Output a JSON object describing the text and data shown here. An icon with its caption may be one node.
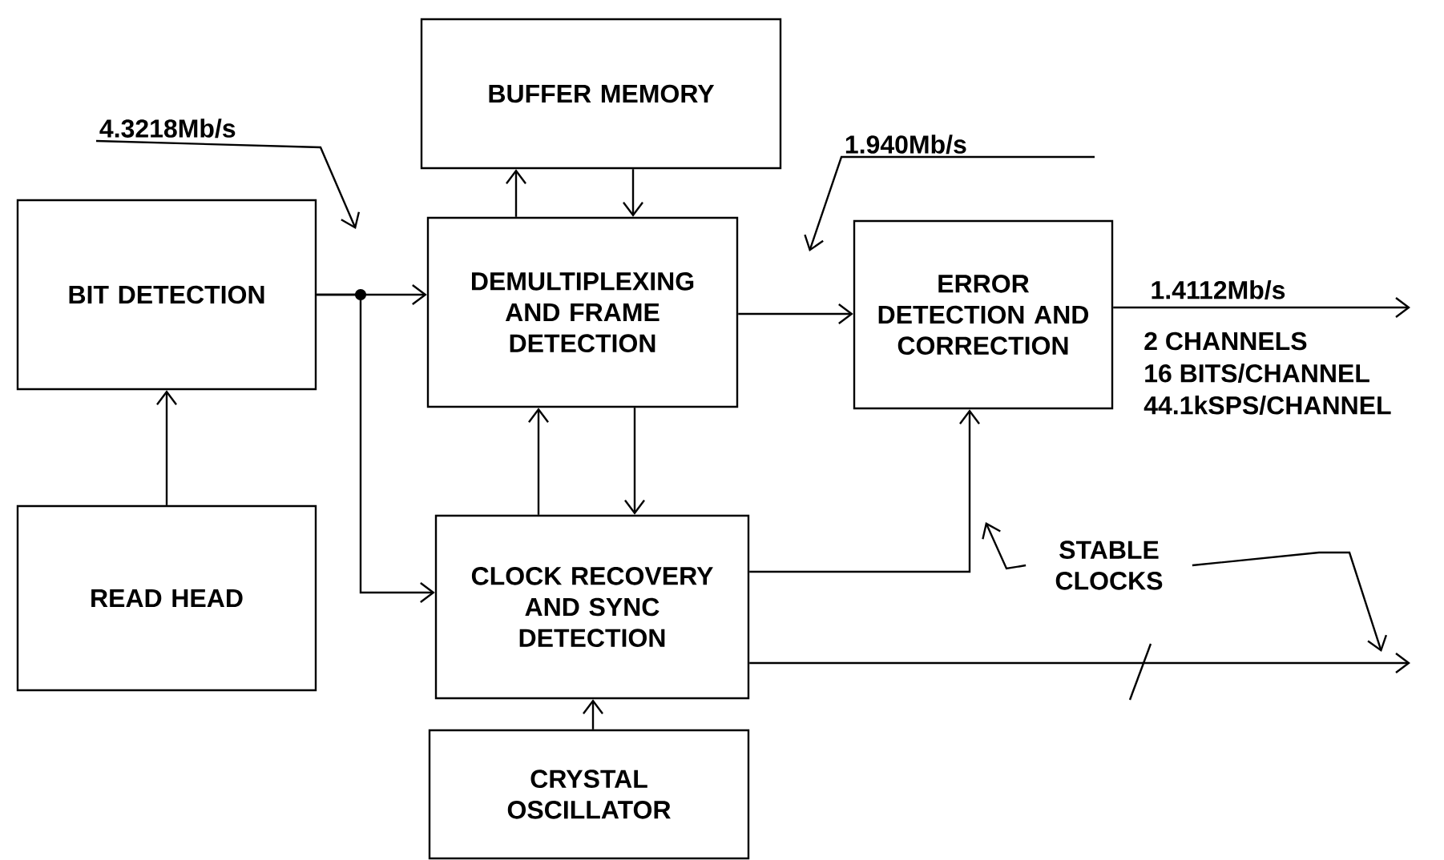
{
  "diagram": {
    "nodes": [
      {
        "text": [
          "BUFFER MEMORY"
        ]
      },
      {
        "text": [
          "BIT DETECTION"
        ]
      },
      {
        "text": [
          "DEMULTIPLEXING AND FRAME DETECTION"
        ]
      },
      {
        "text": [
          "ERROR DETECTION AND CORRECTION"
        ]
      },
      {
        "text": [
          "READ HEAD"
        ]
      },
      {
        "text": [
          "CLOCK RECOVERY AND SYNC DETECTION"
        ]
      },
      {
        "text": [
          "CRYSTAL OSCILLATOR"
        ]
      },
      {
        "text": [
          "4.3218Mb/s"
        ]
      },
      {
        "text": [
          "1.940Mb/s"
        ]
      },
      {
        "text": [
          "STABLE CLOCKS"
        ]
      }
    ],
    "edges": [
      {
        "from": 4,
        "to": 1,
        "arrow": "to"
      },
      {
        "from": 1,
        "to": 2,
        "arrow": "to"
      },
      {
        "from": 1,
        "to": 5,
        "arrow": "to"
      },
      {
        "from": 2,
        "to": 0,
        "arrow": "to"
      },
      {
        "from": 0,
        "to": 2,
        "arrow": "to"
      },
      {
        "from": 5,
        "to": 2,
        "arrow": "to"
      },
      {
        "from": 2,
        "to": 5,
        "arrow": "to"
      },
      {
        "from": 2,
        "to": 3,
        "arrow": "to"
      },
      {
        "from": 5,
        "to": 3,
        "arrow": "to"
      },
      {
        "from": 6,
        "to": 5,
        "arrow": "to"
      },
      {
        "from": 3,
        "to": null,
        "arrow": "to",
        "label": "1.4112Mb/s"
      },
      {
        "from": 5,
        "to": null,
        "arrow": "to"
      },
      {
        "from": 7,
        "to": null,
        "arrow": "to"
      },
      {
        "from": 8,
        "to": null,
        "arrow": "to"
      },
      {
        "from": 9,
        "to": null,
        "arrow": "to"
      },
      {
        "from": 9,
        "to": null,
        "arrow": "to"
      }
    ],
    "labels": [
      "2 CHANNELS",
      "16 BITS/CHANNEL",
      "44.1kSPS/CHANNEL"
    ]
  }
}
